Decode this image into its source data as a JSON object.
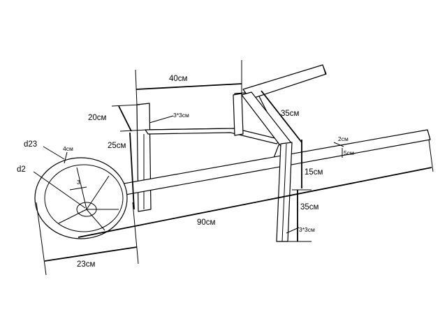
{
  "diagram": {
    "labels": {
      "top_width": "40см",
      "side_height": "20см",
      "brace": "3*3см",
      "handle_length": "35см",
      "diameter": "d23",
      "wheel_width": "4см",
      "body_height": "25см",
      "axle": "d2",
      "spoke": "3",
      "board_thick_a": "2см",
      "board_thick_b": "5см",
      "leg_upper": "15см",
      "leg_lower": "35см",
      "frame_length": "90см",
      "leg_section": "3*3см",
      "wheel_base": "23см"
    },
    "colors": {
      "line": "#000000",
      "background": "#ffffff"
    }
  }
}
